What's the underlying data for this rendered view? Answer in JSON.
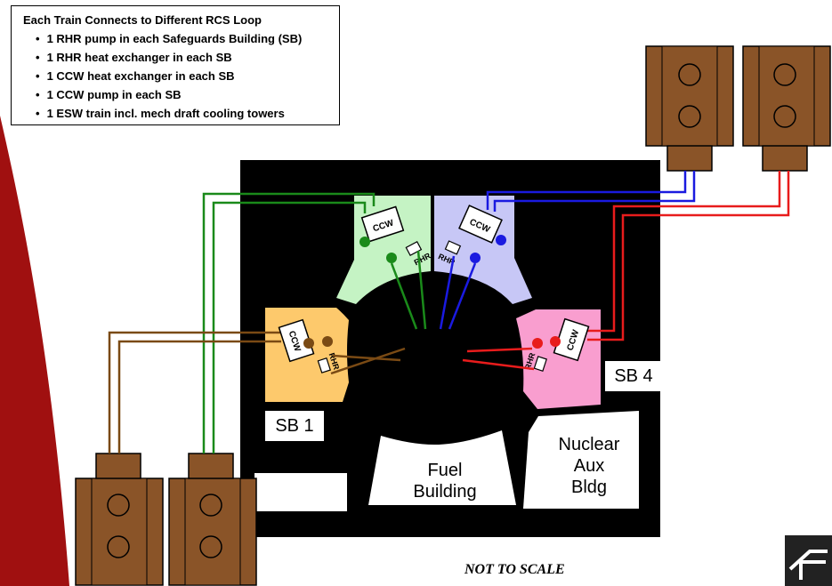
{
  "legend": {
    "title": "Each Train Connects to Different RCS Loop",
    "items": [
      "1 RHR pump in each Safeguards Building (SB)",
      "1 RHR heat exchanger in each SB",
      "1 CCW heat exchanger in each SB",
      "1 CCW pump in each SB",
      "1 ESW train incl. mech draft cooling towers"
    ]
  },
  "labels": {
    "sb1": "SB 1",
    "sb4": "SB 4",
    "fuel_building": [
      "Fuel",
      "Building"
    ],
    "nuclear_aux": [
      "Nuclear",
      "Aux",
      "Bldg"
    ],
    "not_to_scale": "NOT TO SCALE",
    "ccw": "CCW",
    "rhr": "RHR"
  },
  "colors": {
    "site": "#000000",
    "sb1": "#fdc96c",
    "sb2": "#c5f3c4",
    "sb3": "#c7c7f6",
    "sb4": "#f99ecf",
    "train_brown": "#7a4a14",
    "train_green": "#1a8a1a",
    "train_blue": "#1a1ae0",
    "train_red": "#e81c1c",
    "tower": "#8a5428",
    "accent_red": "#a01010"
  }
}
